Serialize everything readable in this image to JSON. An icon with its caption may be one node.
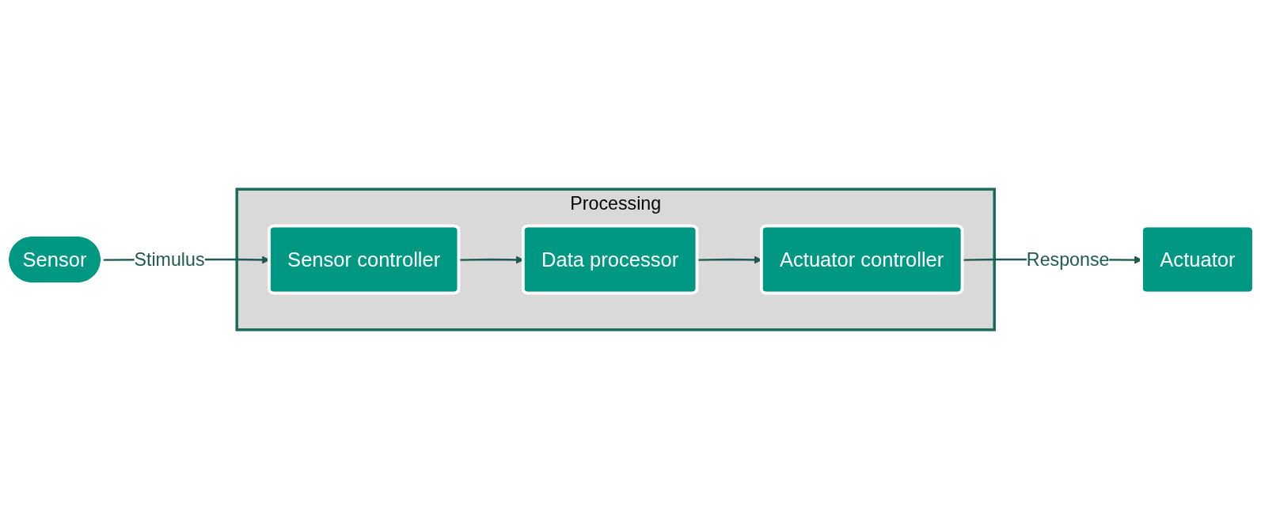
{
  "diagram": {
    "nodes": [
      {
        "text": [
          "Sensor"
        ]
      },
      {
        "text": [
          "Actuator"
        ]
      },
      {
        "text": [
          "Processing"
        ]
      },
      {
        "text": [
          "Sensor controller"
        ],
        "in": 2
      },
      {
        "text": [
          "Data processor"
        ],
        "in": 2
      },
      {
        "text": [
          "Actuator controller"
        ],
        "in": 2
      }
    ],
    "edges": [
      {
        "from": 0,
        "to": 3,
        "arrow": "to",
        "label": "Stimulus"
      },
      {
        "from": 3,
        "to": 4,
        "arrow": "to"
      },
      {
        "from": 4,
        "to": 5,
        "arrow": "to"
      },
      {
        "from": 5,
        "to": 1,
        "arrow": "to",
        "label": "Response"
      }
    ]
  }
}
